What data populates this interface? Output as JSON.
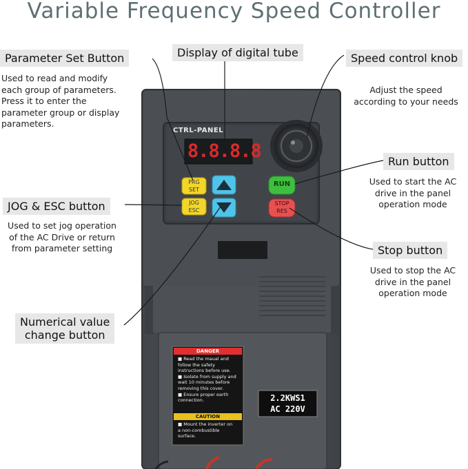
{
  "title": "Variable Frequency Speed Controller",
  "callouts": {
    "param": {
      "label": "Parameter Set Button",
      "desc": [
        "Used to read and modify",
        "each group of parameters.",
        "Press it to enter the",
        "parameter group or display",
        "parameters."
      ]
    },
    "display": {
      "label": "Display of digital tube"
    },
    "knob": {
      "label": "Speed control knob",
      "desc": [
        "Adjust the speed",
        "according to your needs"
      ]
    },
    "run": {
      "label": "Run button",
      "desc": [
        "Used to start the AC",
        "drive in the panel",
        "operation mode"
      ]
    },
    "jog": {
      "label": "JOG & ESC button",
      "desc": [
        "Used to set jog operation",
        "of the AC Drive or return",
        "from parameter setting"
      ]
    },
    "stop": {
      "label": "Stop button",
      "desc": [
        "Used to stop the AC",
        "drive in the panel",
        "operation mode"
      ]
    },
    "numeric": {
      "label": [
        "Numerical value",
        "change button"
      ]
    }
  },
  "panel": {
    "header": "CTRL-PANEL",
    "display_digits": "8.8.8.8",
    "prg_button": [
      "PRG",
      "SET"
    ],
    "jog_button": [
      "JOG",
      "ESC"
    ],
    "run_button": "RUN",
    "stop_button": [
      "STOP",
      "RES"
    ]
  },
  "warning_label": {
    "danger_title": "DANGER",
    "danger_items": [
      "Read the maual and",
      "follow the safety",
      "instructions before use.",
      "Isolate from supply and",
      "wait 10 minutes before",
      "removing this cover.",
      "Ensure proper earth",
      "connection."
    ],
    "caution_title": "CAUTION",
    "caution_items": [
      "Mount the inverter on",
      "a non-combustible",
      "surface."
    ]
  },
  "rating": {
    "line1": "2.2KWS1",
    "line2": "AC  220V"
  },
  "colors": {
    "title": "#5f6f74",
    "body": "#4a4e52",
    "panel": "#3b3f43",
    "display": "#d92a2a",
    "prg_yellow": "#f2d62a",
    "arrow_cyan": "#4fc3e8",
    "run_green": "#3fbf3f",
    "stop_red": "#e85050"
  }
}
